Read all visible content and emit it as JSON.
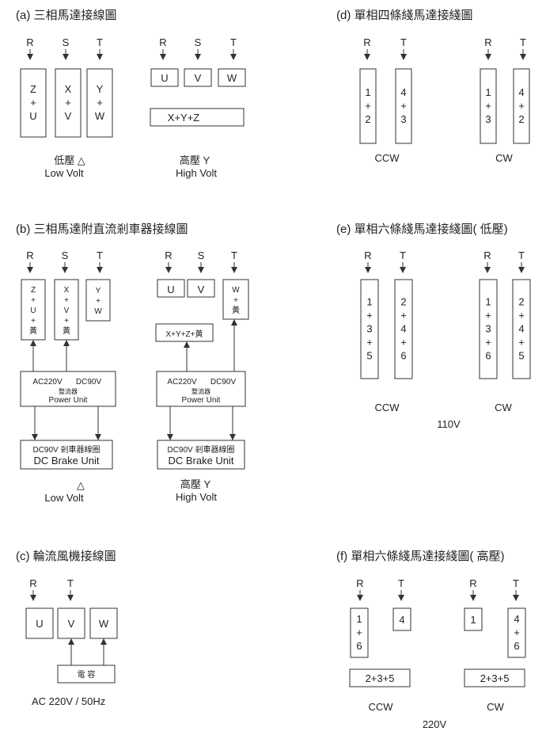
{
  "a": {
    "title": "(a) 三相馬達接線圖",
    "terminals": [
      "R",
      "S",
      "T"
    ],
    "low_boxes": [
      [
        "Z",
        "+",
        "U"
      ],
      [
        "X",
        "+",
        "V"
      ],
      [
        "Y",
        "+",
        "W"
      ]
    ],
    "high_boxes": [
      "U",
      "V",
      "W"
    ],
    "high_bottom": "X+Y+Z",
    "low_label_zh": "低壓 △",
    "low_label_en": "Low  Volt",
    "high_label_zh": "高壓  Y",
    "high_label_en": "High  Volt"
  },
  "b": {
    "title": "(b) 三相馬達附直流剎車器接線圖",
    "terminals": [
      "R",
      "S",
      "T"
    ],
    "low_boxes": [
      [
        "Z",
        "+",
        "U",
        "+",
        "黃"
      ],
      [
        "X",
        "+",
        "V",
        "+",
        "黃"
      ],
      [
        "Y",
        "+",
        "W"
      ]
    ],
    "high_boxes": [
      "U",
      "V"
    ],
    "high_w_box": [
      "W",
      "+",
      "黃"
    ],
    "high_sum": "X+Y+Z+黃",
    "power_ac": "AC220V",
    "power_dc": "DC90V",
    "power_rect": "整流器",
    "power_unit": "Power Unit",
    "brake_line1": "DC90V 剎車器線圈",
    "brake_line2": "DC Brake Unit",
    "low_label_zh": "△",
    "low_label_en": "Low  Volt",
    "high_label_zh": "高壓  Y",
    "high_label_en": "High  Volt"
  },
  "c": {
    "title": "(c) 輪流風機接線圖",
    "terminals": [
      "R",
      "T"
    ],
    "boxes": [
      "U",
      "V",
      "W"
    ],
    "capacitor": "電  容",
    "supply": "AC 220V / 50Hz"
  },
  "d": {
    "title": "(d) 單相四條綫馬達接綫圖",
    "terminals": [
      "R",
      "T"
    ],
    "ccw_boxes": [
      [
        "1",
        "+",
        "2"
      ],
      [
        "4",
        "+",
        "3"
      ]
    ],
    "cw_boxes": [
      [
        "1",
        "+",
        "3"
      ],
      [
        "4",
        "+",
        "2"
      ]
    ],
    "ccw": "CCW",
    "cw": "CW"
  },
  "e": {
    "title": "(e) 單相六條綫馬達接綫圖( 低壓)",
    "terminals": [
      "R",
      "T"
    ],
    "ccw_boxes": [
      [
        "1",
        "+",
        "3",
        "+",
        "5"
      ],
      [
        "2",
        "+",
        "4",
        "+",
        "6"
      ]
    ],
    "cw_boxes": [
      [
        "1",
        "+",
        "3",
        "+",
        "6"
      ],
      [
        "2",
        "+",
        "4",
        "+",
        "5"
      ]
    ],
    "ccw": "CCW",
    "cw": "CW",
    "voltage": "110V"
  },
  "f": {
    "title": "(f) 單相六條綫馬達接綫圖( 高壓)",
    "terminals": [
      "R",
      "T"
    ],
    "ccw_left": [
      "1",
      "+",
      "6"
    ],
    "ccw_right": "4",
    "cw_left": "1",
    "cw_right": [
      "4",
      "+",
      "6"
    ],
    "bottom": "2+3+5",
    "ccw": "CCW",
    "cw": "CW",
    "voltage": "220V"
  }
}
